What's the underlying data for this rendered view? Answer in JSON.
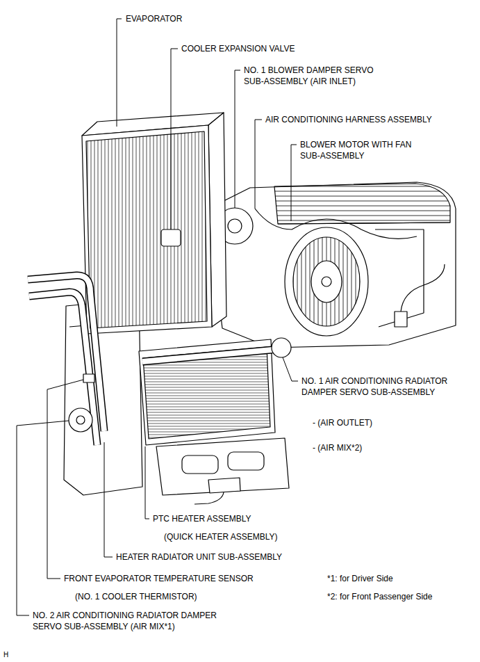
{
  "diagram": {
    "labels": [
      "EVAPORATOR",
      "COOLER EXPANSION VALVE",
      "NO. 1 BLOWER DAMPER SERVO SUB-ASSEMBLY (AIR INLET)",
      "AIR CONDITIONING HARNESS ASSEMBLY",
      "BLOWER MOTOR WITH FAN SUB-ASSEMBLY",
      "NO. 1 AIR CONDITIONING RADIATOR DAMPER SERVO SUB-ASSEMBLY",
      "- (AIR OUTLET)",
      "- (AIR MIX*2)",
      "PTC HEATER ASSEMBLY",
      "(QUICK HEATER ASSEMBLY)",
      "HEATER RADIATOR UNIT SUB-ASSEMBLY",
      "FRONT EVAPORATOR TEMPERATURE SENSOR",
      "(NO. 1 COOLER THERMISTOR)",
      "*1: for Driver Side",
      "*2: for Front Passenger Side",
      "NO. 2 AIR CONDITIONING RADIATOR DAMPER SERVO SUB-ASSEMBLY (AIR MIX*1)",
      "H"
    ]
  }
}
